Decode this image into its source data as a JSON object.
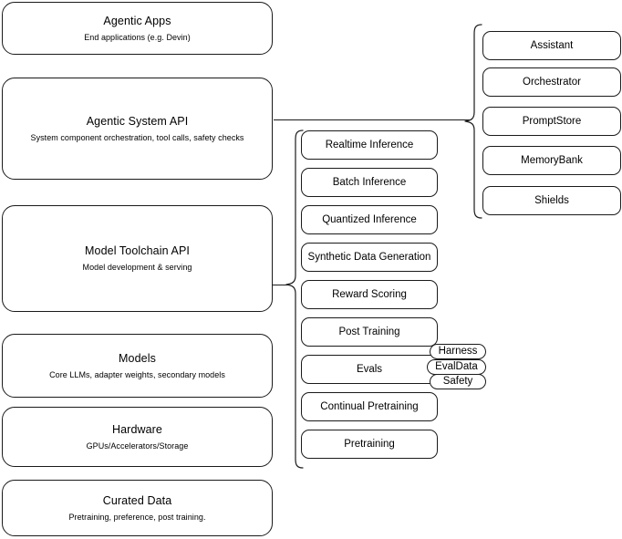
{
  "diagram": {
    "title": "Agentic AI stack layered architecture",
    "stroke_color": "#1a1a1a",
    "background_color": "#ffffff"
  },
  "layers": [
    {
      "title": "Agentic Apps",
      "subtitle": "End applications (e.g. Devin)"
    },
    {
      "title": "Agentic System API",
      "subtitle": "System component orchestration, tool calls, safety checks"
    },
    {
      "title": "Model Toolchain API",
      "subtitle": "Model development & serving"
    },
    {
      "title": "Models",
      "subtitle": "Core LLMs, adapter weights, secondary models"
    },
    {
      "title": "Hardware",
      "subtitle": "GPUs/Accelerators/Storage"
    },
    {
      "title": "Curated Data",
      "subtitle": "Pretraining, preference, post training."
    }
  ],
  "toolchain_components": [
    {
      "label": "Realtime Inference"
    },
    {
      "label": "Batch Inference"
    },
    {
      "label": "Quantized Inference"
    },
    {
      "label": "Synthetic Data Generation"
    },
    {
      "label": "Reward Scoring"
    },
    {
      "label": "Post Training"
    },
    {
      "label": "Evals"
    },
    {
      "label": "Continual Pretraining"
    },
    {
      "label": "Pretraining"
    }
  ],
  "system_components": [
    {
      "label": "Assistant"
    },
    {
      "label": "Orchestrator"
    },
    {
      "label": "PromptStore"
    },
    {
      "label": "MemoryBank"
    },
    {
      "label": "Shields"
    }
  ],
  "evals_badges": [
    {
      "label": "Harness"
    },
    {
      "label": "EvalData"
    },
    {
      "label": "Safety"
    }
  ]
}
